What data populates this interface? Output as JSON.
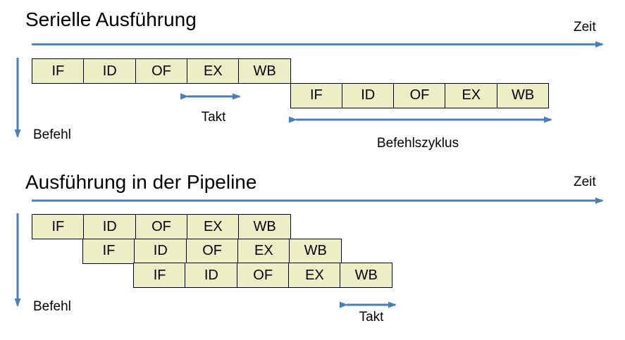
{
  "colors": {
    "accent_blue": "#4a7ebb",
    "box_fill": "#eceec6",
    "box_border": "#000000",
    "text": "#000000",
    "background": "#ffffff"
  },
  "stages": [
    "IF",
    "ID",
    "OF",
    "EX",
    "WB"
  ],
  "serial": {
    "title": "Serielle Ausführung",
    "time_axis_label": "Zeit",
    "instruction_axis_label": "Befehl",
    "clock_label": "Takt",
    "cycle_label": "Befehlszyklus"
  },
  "pipeline": {
    "title": "Ausführung in der Pipeline",
    "time_axis_label": "Zeit",
    "instruction_axis_label": "Befehl",
    "clock_label": "Takt"
  }
}
